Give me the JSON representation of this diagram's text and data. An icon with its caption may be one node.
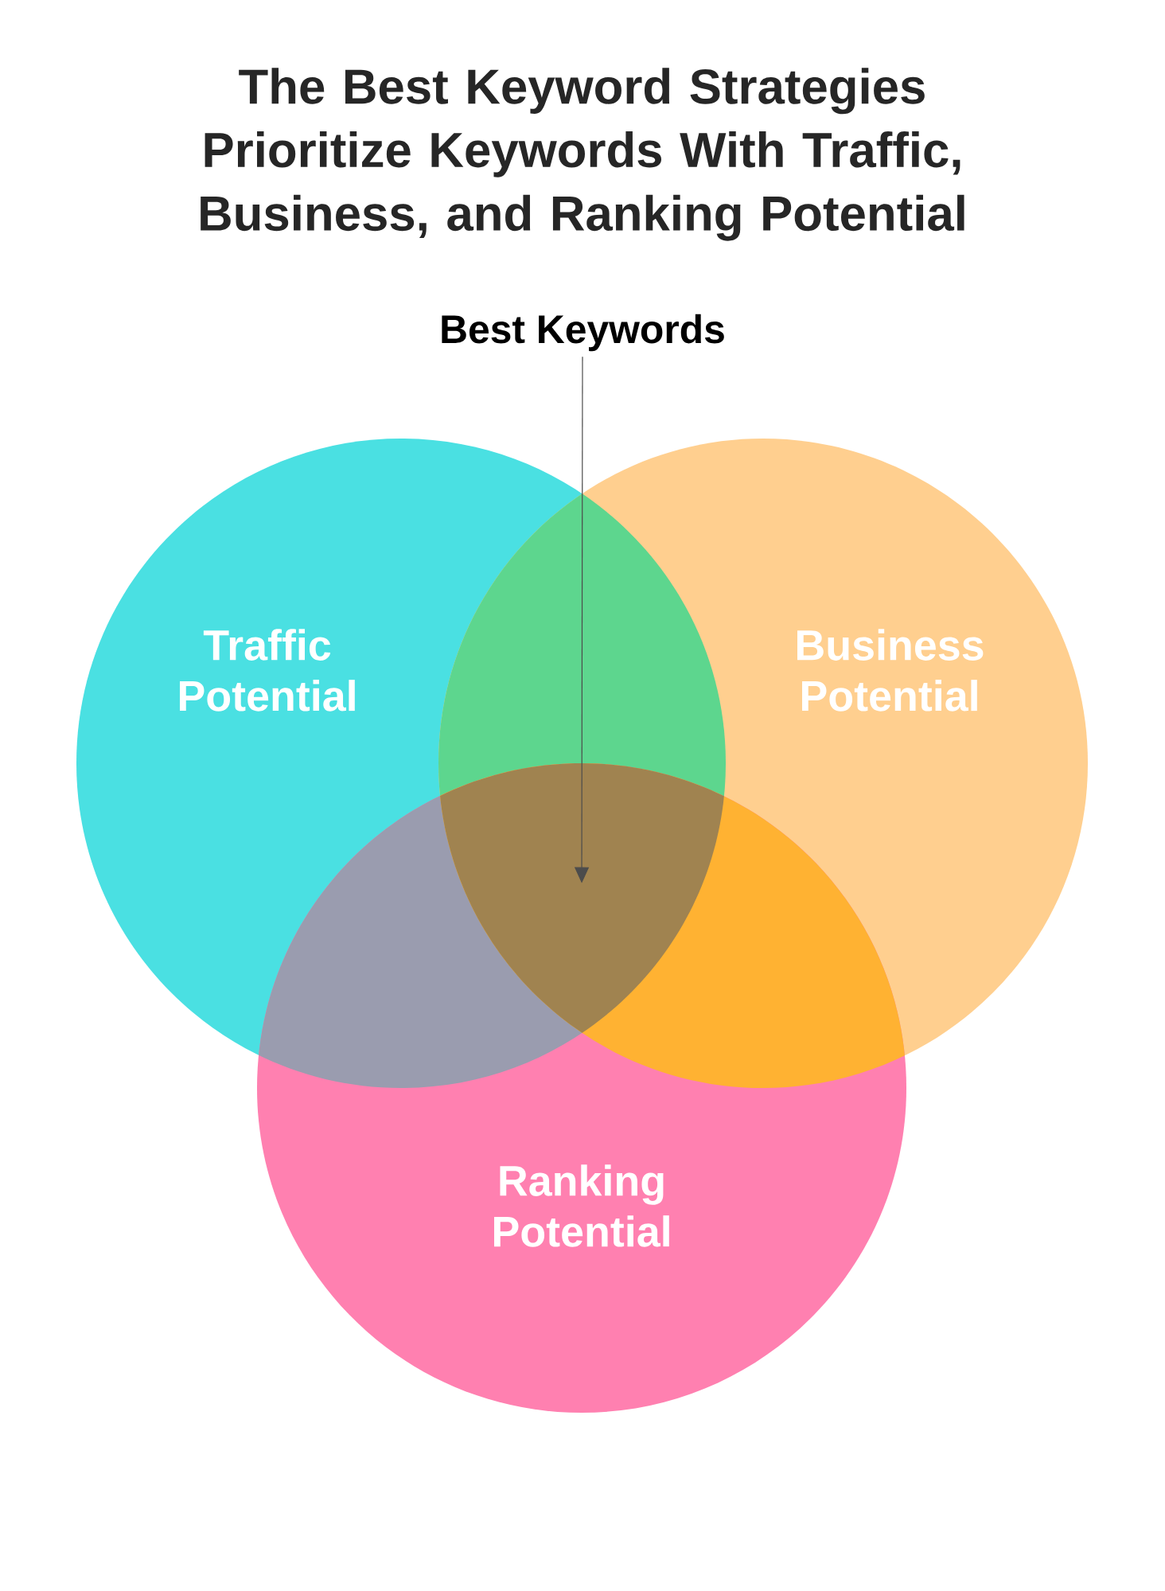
{
  "diagram": {
    "title": "The Best Keyword Strategies Prioritize Keywords With Traffic, Business, and Ranking Potential",
    "nodes": [
      {
        "text": [
          "Best Keywords"
        ]
      },
      {
        "text": [
          "Traffic Potential"
        ]
      },
      {
        "text": [
          "Business Potential"
        ]
      },
      {
        "text": [
          "Ranking Potential"
        ]
      },
      {
        "text": [],
        "shape": "region"
      }
    ],
    "edges": [
      {
        "from": 0,
        "to": 4,
        "arrow": "to"
      }
    ]
  }
}
